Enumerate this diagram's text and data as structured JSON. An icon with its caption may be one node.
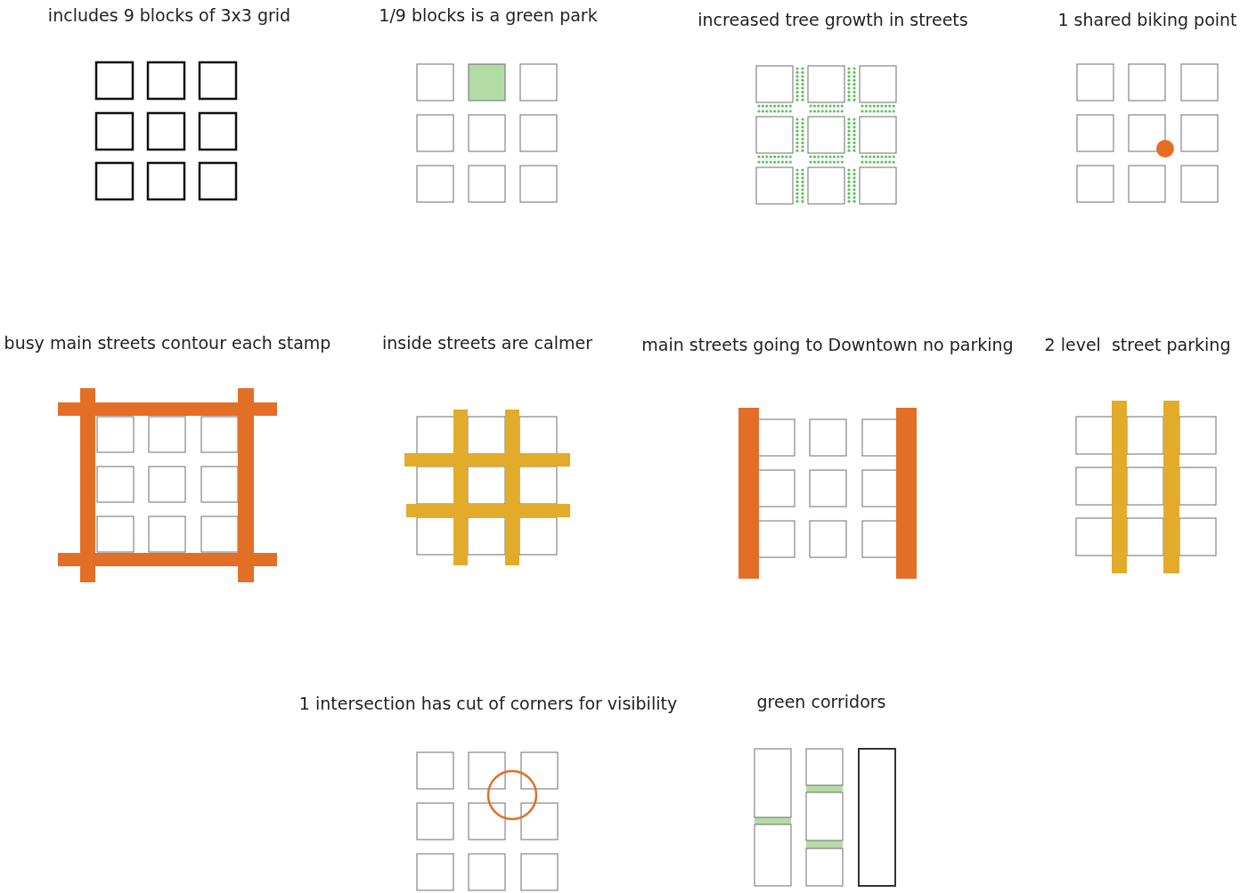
{
  "diagram": {
    "labels": [
      "includes 9 blocks of 3x3 grid",
      "1/9 blocks is a green park",
      "increased tree growth in streets",
      "1 shared biking point",
      "busy main streets contour each stamp",
      "inside streets are calmer",
      "main streets going to Downtown no parking",
      "2 level  street parking",
      "1 intersection has cut of corners for visibility",
      "green corridors"
    ]
  }
}
